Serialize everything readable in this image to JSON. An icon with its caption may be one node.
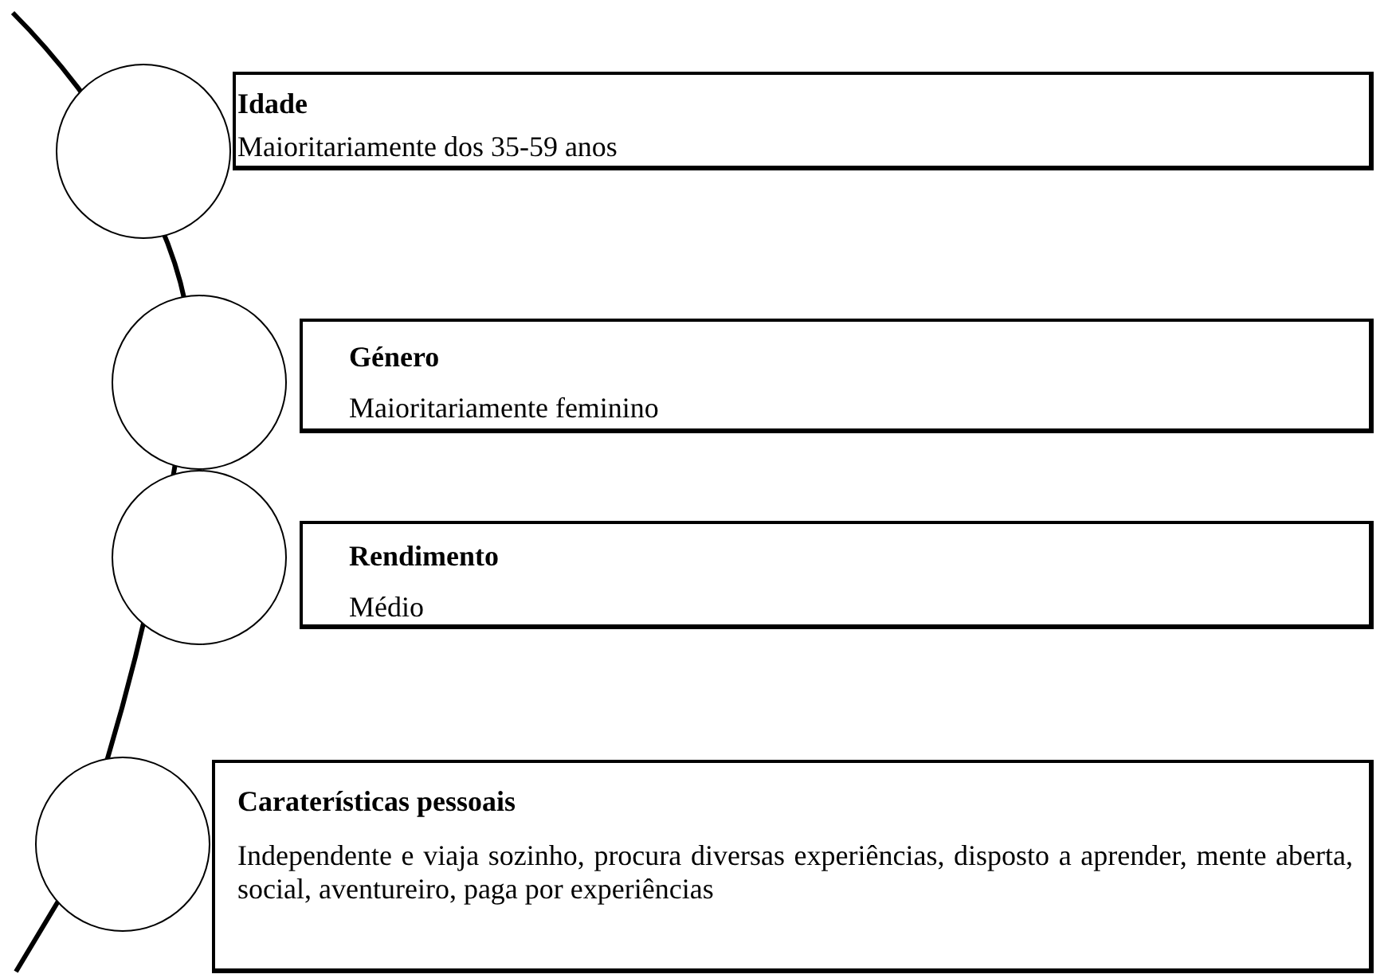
{
  "diagram": {
    "nodes": [
      {
        "text": [],
        "shape": "circle"
      },
      {
        "text": [
          "Idade",
          "Maioritariamente dos 35-59 anos"
        ]
      },
      {
        "text": [],
        "shape": "circle"
      },
      {
        "text": [
          "Género",
          "Maioritariamente feminino"
        ]
      },
      {
        "text": [],
        "shape": "circle"
      },
      {
        "text": [
          "Rendimento",
          "Médio"
        ]
      },
      {
        "text": [],
        "shape": "circle"
      },
      {
        "text": [
          "Caraterísticas pessoais",
          "Independente e viaja sozinho, procura diversas experiências, disposto a aprender, mente aberta, social, aventureiro, paga por experiências"
        ]
      }
    ]
  }
}
